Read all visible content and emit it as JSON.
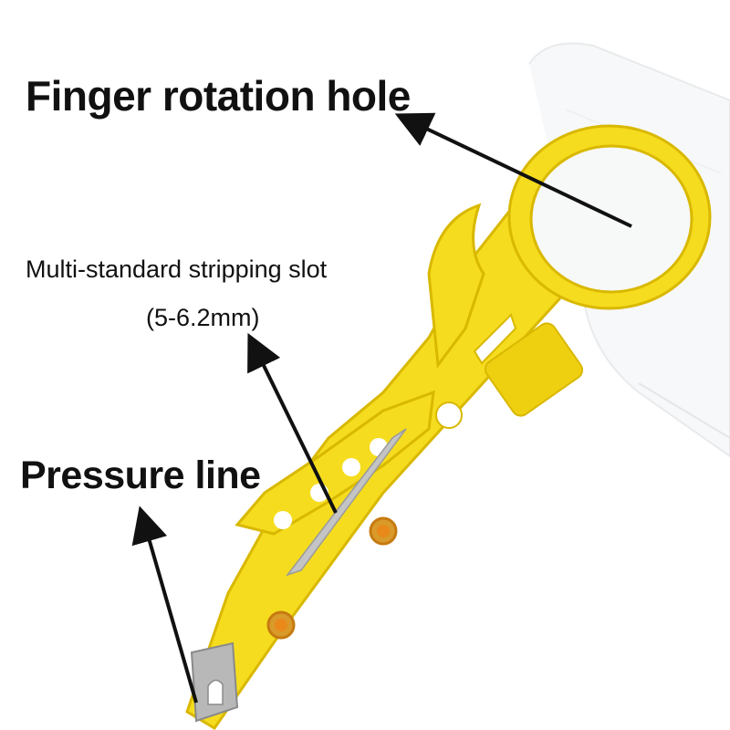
{
  "annotations": {
    "finger_hole": "Finger rotation hole",
    "stripping_slot_line1": "Multi-standard stripping slot",
    "stripping_slot_line2": "(5-6.2mm)",
    "pressure_line": "Pressure line"
  },
  "colors": {
    "tool_body": "#f5dc1e",
    "tool_edge": "#d9b800",
    "blade": "#b8b8b8",
    "pin": "#e8891a",
    "arrow": "#111111",
    "background": "#ffffff"
  }
}
